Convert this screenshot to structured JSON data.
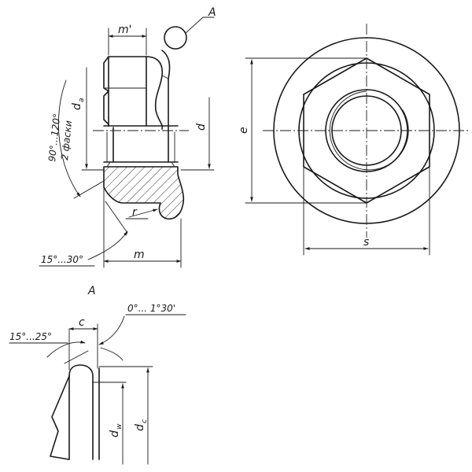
{
  "labels": {
    "detail_ref": "A",
    "detail_title": "A",
    "m_prime": "m'",
    "m": "m",
    "da": "d",
    "da_sub": "a",
    "d": "d",
    "r": "r",
    "e": "e",
    "s": "s",
    "chamfer_angle": "90°...120°",
    "chamfer_note": "2 фаски",
    "flange_angle": "15°...30°",
    "c": "c",
    "angle_left": "15°...25°",
    "angle_right": "0°... 1°30'",
    "dw": "d",
    "dw_sub": "w",
    "dc": "d",
    "dc_sub": "c"
  }
}
